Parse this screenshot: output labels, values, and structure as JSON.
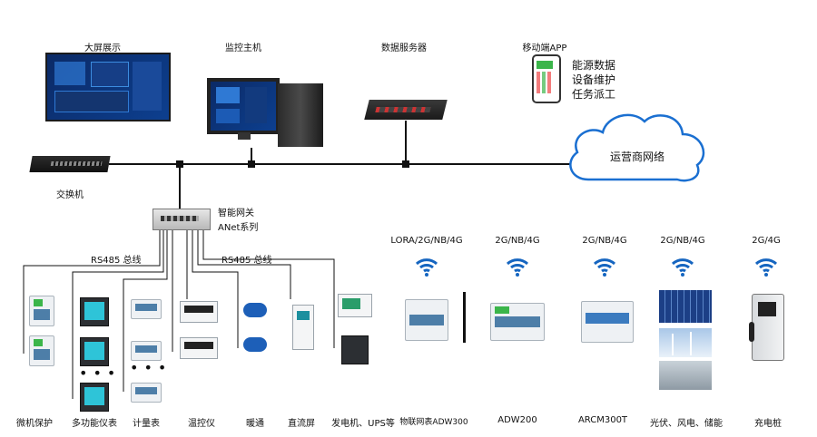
{
  "labels": {
    "big_screen": "大屏展示",
    "monitor_host": "监控主机",
    "data_server": "数据服务器",
    "mobile_app": "移动端APP",
    "app_features": [
      "能源数据",
      "设备维护",
      "任务派工"
    ],
    "carrier_network": "运营商网络",
    "switch": "交换机",
    "gateway_name": "智能网关",
    "gateway_model": "ANet系列",
    "rs485_left": "RS485 总线",
    "rs485_right": "RS485 总线"
  },
  "wireless": [
    {
      "protocol": "LORA/2G/NB/4G",
      "device": "物联网表ADW300"
    },
    {
      "protocol": "2G/NB/4G",
      "device": "ADW200"
    },
    {
      "protocol": "2G/NB/4G",
      "device": "ARCM300T"
    },
    {
      "protocol": "2G/NB/4G",
      "device": "光伏、风电、储能"
    },
    {
      "protocol": "2G/4G",
      "device": "充电桩"
    }
  ],
  "wired": [
    "微机保护",
    "多功能仪表",
    "计量表",
    "温控仪",
    "暖通",
    "直流屏",
    "发电机、UPS等"
  ],
  "colors": {
    "line": "#111111",
    "cloud_stroke": "#1a6fd1",
    "wifi": "#1565c0",
    "screen": "#0d3f8f"
  },
  "icons": {
    "wifi": "wifi-icon",
    "cloud": "cloud-icon"
  }
}
